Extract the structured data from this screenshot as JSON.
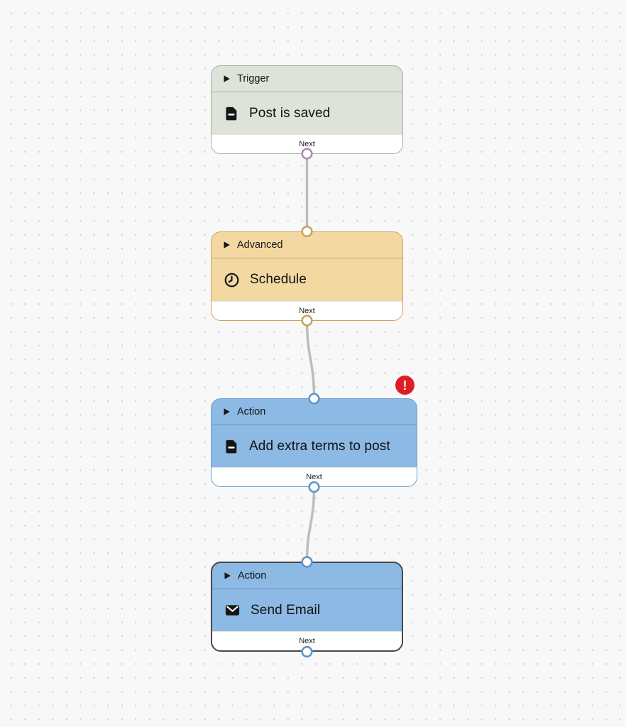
{
  "canvas": {
    "background": "#f8f8f8",
    "dot_color": "#d8d8d8"
  },
  "workflow": {
    "nodes": [
      {
        "type_label": "Trigger",
        "title": "Post is saved",
        "icon": "file-text-icon",
        "footer_label": "Next",
        "fill": "#dee3da",
        "border": "#a6aea3",
        "port_color": "#b289b2"
      },
      {
        "type_label": "Advanced",
        "title": "Schedule",
        "icon": "clock-icon",
        "footer_label": "Next",
        "fill": "#f3d8a1",
        "border": "#cda25f",
        "port_color": "#cda25f"
      },
      {
        "type_label": "Action",
        "title": "Add extra terms to post",
        "icon": "file-text-icon",
        "footer_label": "Next",
        "has_error": true,
        "fill": "#8cbae4",
        "border": "#6d9ecb",
        "port_color": "#5e96cb"
      },
      {
        "type_label": "Action",
        "title": "Send Email",
        "icon": "mail-icon",
        "footer_label": "Next",
        "selected": true,
        "fill": "#8cbae4",
        "border": "#46484b",
        "port_color": "#5e96cb"
      }
    ],
    "error_badge": {
      "glyph": "!",
      "color": "#df1d24"
    }
  }
}
